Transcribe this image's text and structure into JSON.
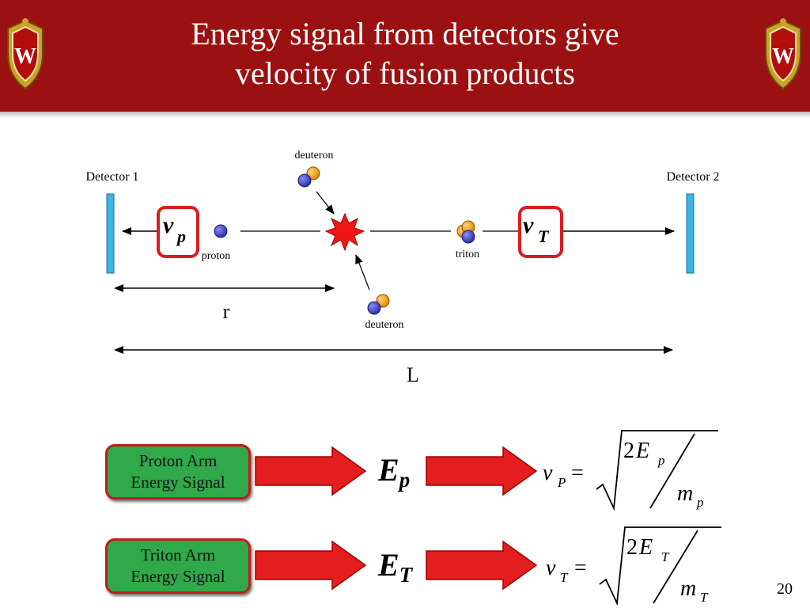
{
  "slide": {
    "title_line1": "Energy signal from detectors give",
    "title_line2": "velocity of fusion products",
    "page_number": "20"
  },
  "diagram": {
    "detector1_label": "Detector 1",
    "detector2_label": "Detector 2",
    "deuteron_top_label": "deuteron",
    "deuteron_bottom_label": "deuteron",
    "proton_label": "proton",
    "triton_label": "triton",
    "vp_main": "v",
    "vp_sub": "p",
    "vt_main": "v",
    "vt_sub": "T",
    "r_label": "r",
    "L_label": "L"
  },
  "flow": {
    "proton_box_line1": "Proton Arm",
    "proton_box_line2": "Energy Signal",
    "triton_box_line1": "Triton Arm",
    "triton_box_line2": "Energy Signal",
    "ep_main": "E",
    "ep_sub": "p",
    "et_main": "E",
    "et_sub": "T",
    "formula_p": {
      "v": "v",
      "v_sub": "P",
      "equals": "=",
      "two": "2",
      "E": "E",
      "E_sub": "p",
      "m": "m",
      "m_sub": "p"
    },
    "formula_t": {
      "v": "v",
      "v_sub": "T",
      "equals": "=",
      "two": "2",
      "E": "E",
      "E_sub": "T",
      "m": "m",
      "m_sub": "T"
    }
  },
  "colors": {
    "header_red": "#9b1111",
    "box_green": "#2fa94a",
    "arrow_red": "#e41e1e",
    "detector_blue": "#3bb4e6",
    "proton_blue": "#3a3fc8",
    "nucleon_orange": "#f5a000"
  },
  "icons": {
    "crest": "wisconsin-crest-icon",
    "explosion": "fusion-burst-icon"
  }
}
